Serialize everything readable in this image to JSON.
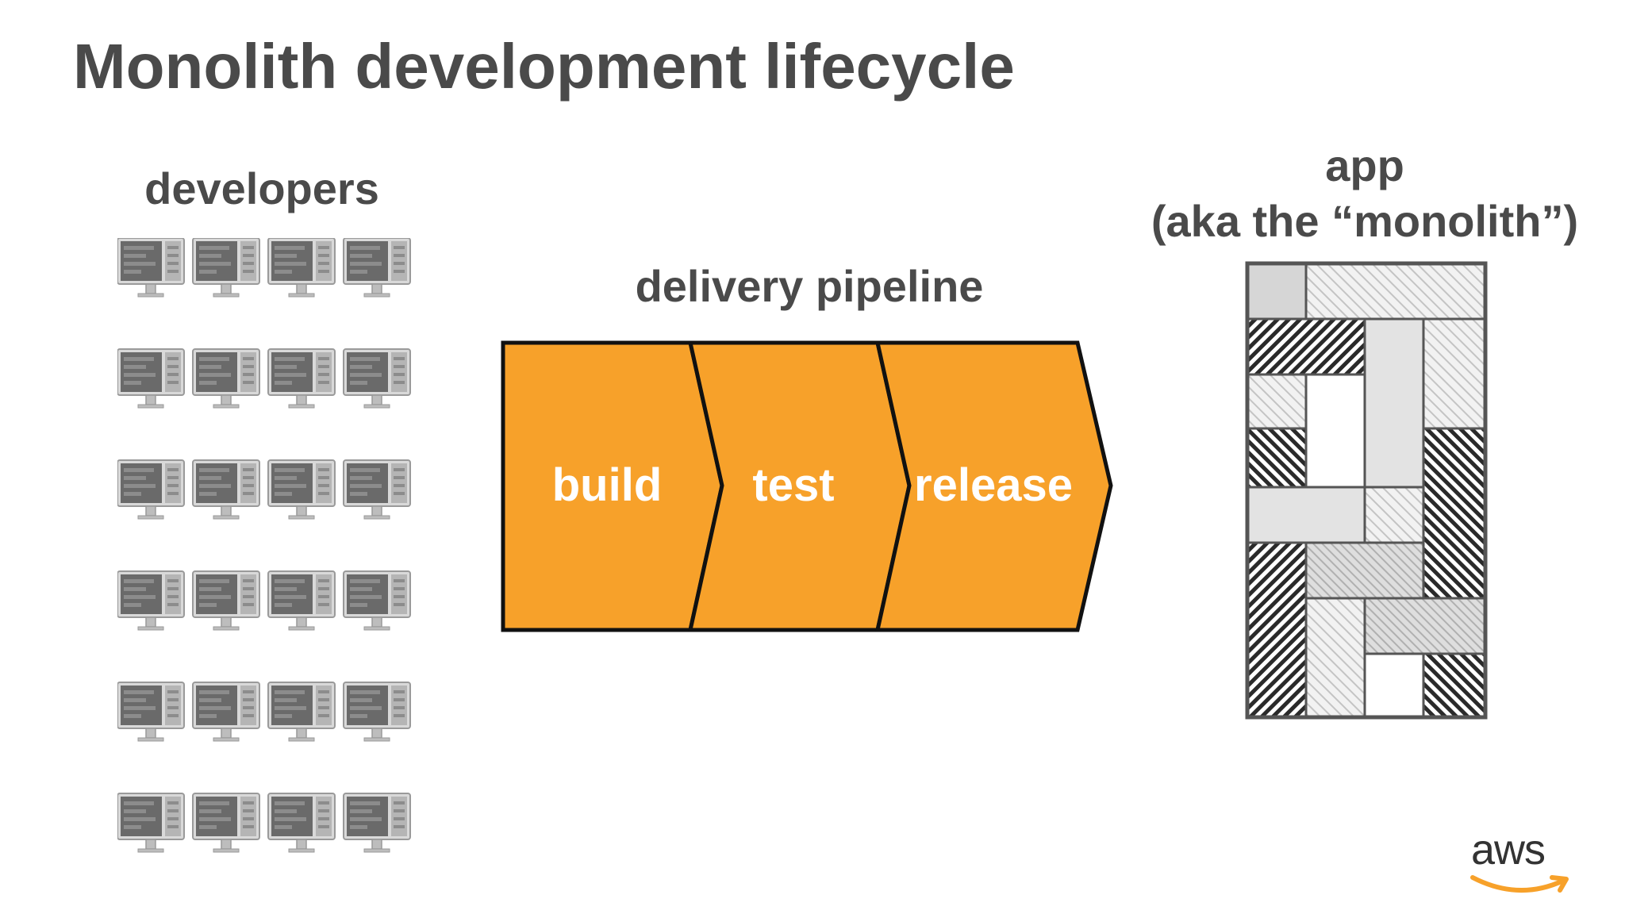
{
  "title": "Monolith development lifecycle",
  "developers": {
    "label": "developers",
    "rows": 6,
    "cols": 4
  },
  "pipeline": {
    "label": "delivery pipeline",
    "stages": [
      "build",
      "test",
      "release"
    ],
    "fill_color": "#f7a12a"
  },
  "app": {
    "label_line1": "app",
    "label_line2": "(aka the “monolith”)"
  },
  "logo": {
    "text": "aws",
    "smile_color": "#f7a12a",
    "icon": "aws-logo-icon"
  }
}
